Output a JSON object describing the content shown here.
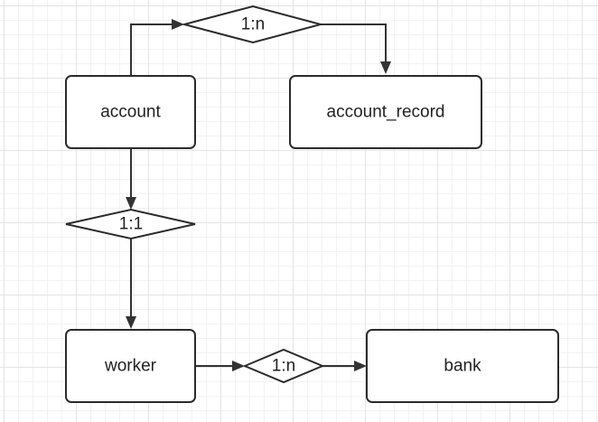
{
  "entities": {
    "account": "account",
    "account_record": "account_record",
    "worker": "worker",
    "bank": "bank"
  },
  "relationships": {
    "account_to_account_record": "1:n",
    "account_to_worker": "1:1",
    "worker_to_bank": "1:n"
  }
}
